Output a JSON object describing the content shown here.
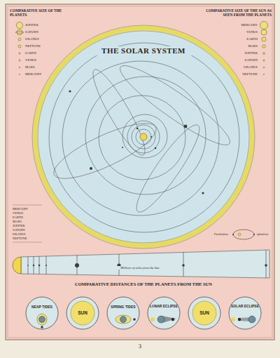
{
  "diagram": {
    "title": "THE SOLAR SYSTEM",
    "nodes": [
      {
        "text": [
          "NEAP TIDES"
        ]
      },
      {
        "text": [
          "SUN"
        ]
      },
      {
        "text": [
          "SPRING TIDES"
        ]
      },
      {
        "text": [
          "LUNAR ECLIPSE"
        ]
      },
      {
        "text": [
          "SUN"
        ]
      },
      {
        "text": [
          "SOLAR ECLIPSE"
        ]
      }
    ],
    "labels": [
      "COMPARATIVE SIZE OF THE PLANETS",
      "COMPARATIVE SIZE OF THE SUN AS SEEN FROM THE PLANETS",
      "JUPITER",
      "SATURN",
      "URANUS",
      "NEPTUNE",
      "EARTH",
      "VENUS",
      "MARS",
      "MERCURY",
      "MERCURY",
      "VENUS",
      "EARTH",
      "MARS",
      "JUPITER",
      "SATURN",
      "URANUS",
      "NEPTUNE",
      "COMPARATIVE DISTANCES OF THE PLANETS FROM THE SUN",
      "Perihelion",
      "Aphelion",
      "Millions of miles from the Sun",
      "3",
      "MERCURY",
      "VENUS",
      "EARTH",
      "MARS",
      "JUPITER",
      "SATURN",
      "URANUS",
      "NEPTUNE"
    ]
  }
}
